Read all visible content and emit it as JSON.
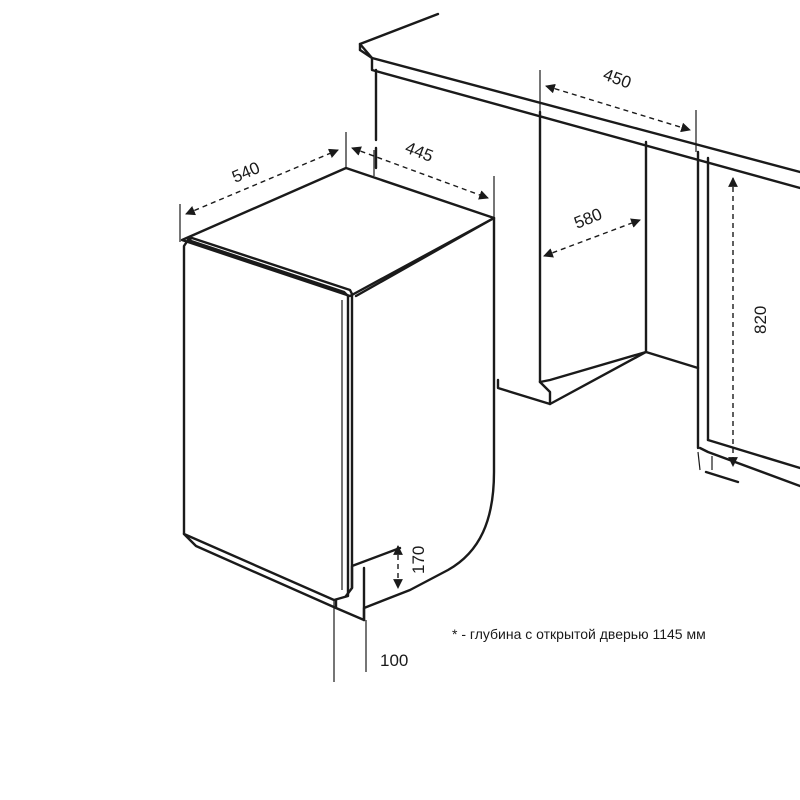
{
  "dimensions": {
    "width_540": "540",
    "width_445": "445",
    "niche_width_450": "450",
    "niche_depth_580": "580",
    "niche_height_820": "820",
    "plinth_170": "170",
    "base_100": "100"
  },
  "footnote": "* - глубина с открытой дверью 1145 мм",
  "colors": {
    "line": "#1a1a1a",
    "background": "#ffffff"
  }
}
